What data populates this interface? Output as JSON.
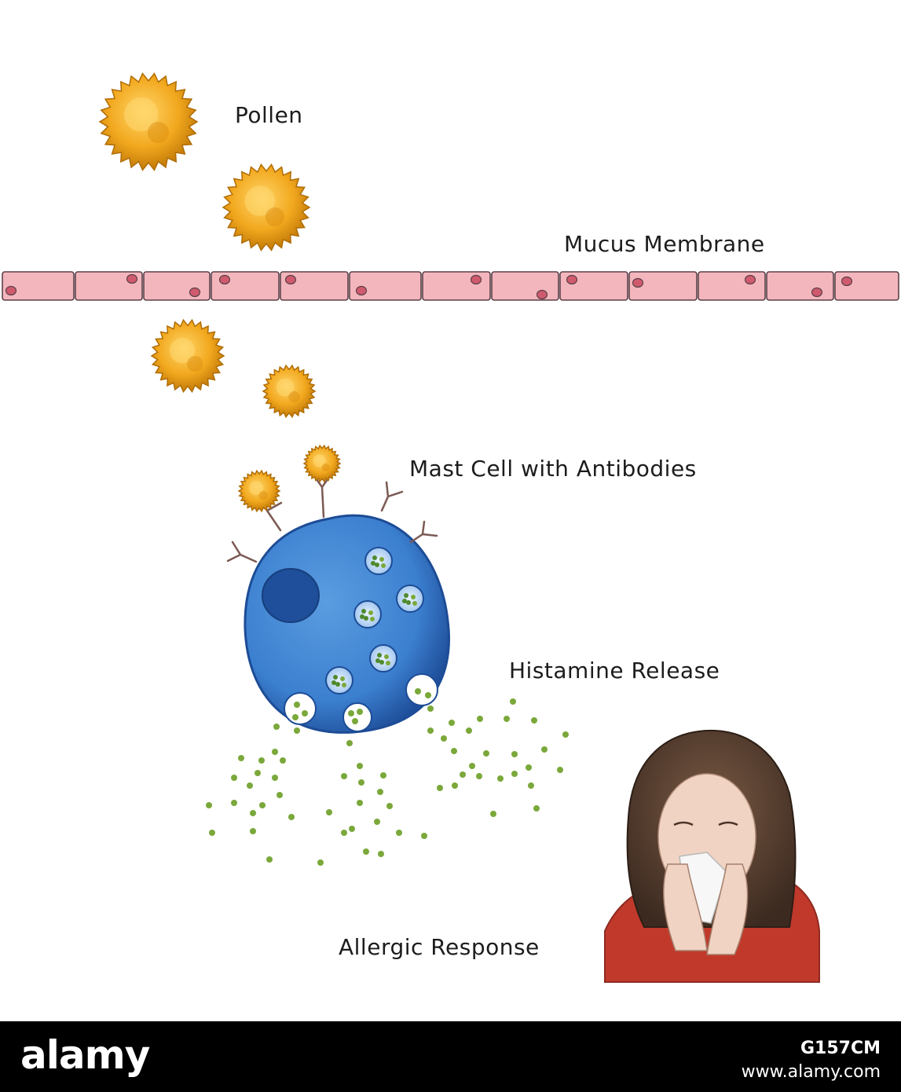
{
  "labels": {
    "pollen": "Pollen",
    "mucus_membrane": "Mucus Membrane",
    "mast_cell": "Mast Cell with Antibodies",
    "histamine": "Histamine Release",
    "allergic": "Allergic Response"
  },
  "footer": {
    "brand": "alamy",
    "image_id": "G157CM",
    "url": "www.alamy.com"
  },
  "colors": {
    "pollen": "#f2a81e",
    "pollen_dark": "#c27a08",
    "membrane_cell": "#f4b6bd",
    "membrane_edge": "#5b4148",
    "nucleus": "#cf5a6e",
    "mast_cell": "#3b7fcf",
    "mast_dark": "#1f4f9a",
    "histamine": "#7aa83a",
    "footer_bg": "#000000"
  }
}
